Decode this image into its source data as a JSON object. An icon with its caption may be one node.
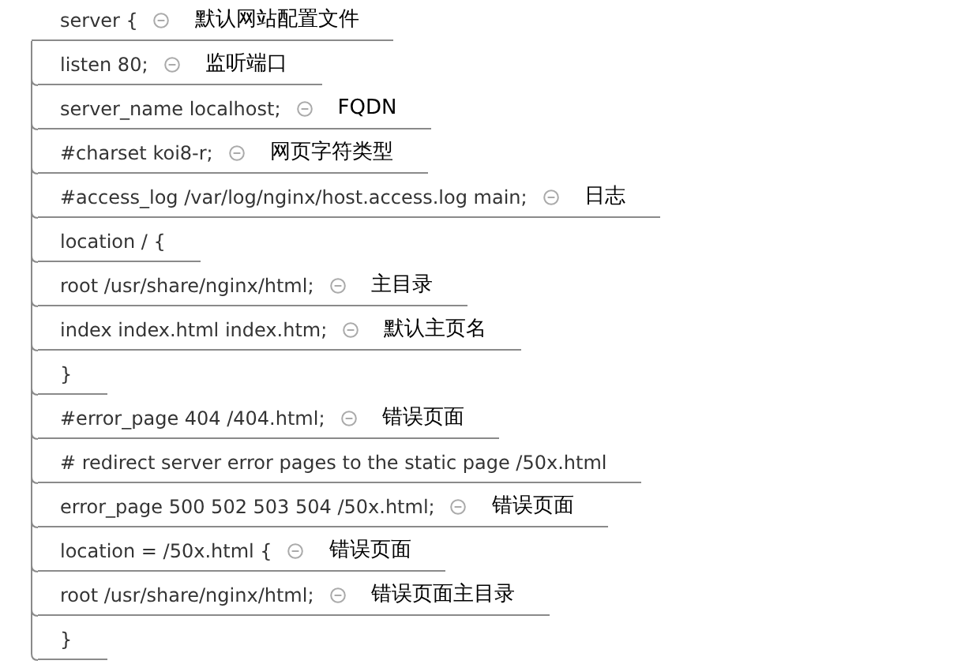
{
  "diagram": {
    "nodes": [
      {
        "text": [
          "server {",
          "默认网站配置文件"
        ]
      },
      {
        "text": [
          "listen 80;",
          "监听端口"
        ]
      },
      {
        "text": [
          "server_name localhost;",
          "FQDN"
        ]
      },
      {
        "text": [
          "#charset koi8-r;",
          "网页字符类型"
        ]
      },
      {
        "text": [
          "#access_log /var/log/nginx/host.access.log main;",
          "日志"
        ]
      },
      {
        "text": [
          "location / {"
        ]
      },
      {
        "text": [
          "root /usr/share/nginx/html;",
          "主目录"
        ]
      },
      {
        "text": [
          "index index.html index.htm;",
          "默认主页名"
        ]
      },
      {
        "text": [
          "}"
        ]
      },
      {
        "text": [
          "#error_page 404 /404.html;",
          "错误页面"
        ]
      },
      {
        "text": [
          "# redirect server error pages to the static page /50x.html"
        ]
      },
      {
        "text": [
          "error_page 500 502 503 504 /50x.html;",
          "错误页面"
        ]
      },
      {
        "text": [
          "location = /50x.html {",
          "错误页面"
        ]
      },
      {
        "text": [
          "root /usr/share/nginx/html;",
          "错误页面主目录"
        ]
      },
      {
        "text": [
          "}"
        ]
      }
    ],
    "edges": [
      {
        "from": 0,
        "to": 1,
        "arrow": "none"
      },
      {
        "from": 0,
        "to": 2,
        "arrow": "none"
      },
      {
        "from": 0,
        "to": 3,
        "arrow": "none"
      },
      {
        "from": 0,
        "to": 4,
        "arrow": "none"
      },
      {
        "from": 0,
        "to": 5,
        "arrow": "none"
      },
      {
        "from": 0,
        "to": 6,
        "arrow": "none"
      },
      {
        "from": 0,
        "to": 7,
        "arrow": "none"
      },
      {
        "from": 0,
        "to": 8,
        "arrow": "none"
      },
      {
        "from": 0,
        "to": 9,
        "arrow": "none"
      },
      {
        "from": 0,
        "to": 10,
        "arrow": "none"
      },
      {
        "from": 0,
        "to": 11,
        "arrow": "none"
      },
      {
        "from": 0,
        "to": 12,
        "arrow": "none"
      },
      {
        "from": 0,
        "to": 13,
        "arrow": "none"
      },
      {
        "from": 0,
        "to": 14,
        "arrow": "none"
      }
    ]
  }
}
